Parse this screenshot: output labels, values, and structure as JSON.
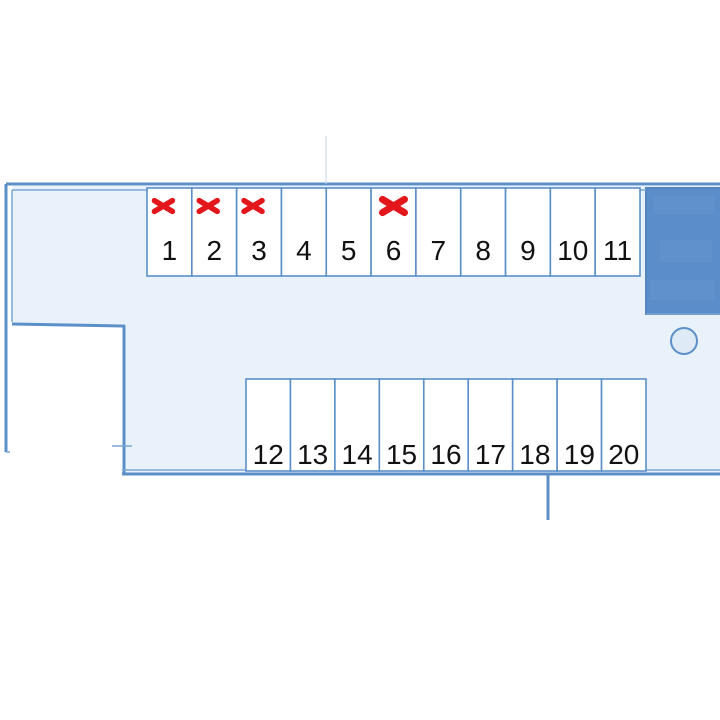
{
  "colors": {
    "outline": "#5b8fc8",
    "floor": "#e9f2fb",
    "occupied_mark": "#e3161b",
    "equipment_area": "#4f85c6"
  },
  "top_row": [
    {
      "label": "1",
      "occupied": true
    },
    {
      "label": "2",
      "occupied": true
    },
    {
      "label": "3",
      "occupied": true
    },
    {
      "label": "4",
      "occupied": false
    },
    {
      "label": "5",
      "occupied": false
    },
    {
      "label": "6",
      "occupied": true
    },
    {
      "label": "7",
      "occupied": false
    },
    {
      "label": "8",
      "occupied": false
    },
    {
      "label": "9",
      "occupied": false
    },
    {
      "label": "10",
      "occupied": false
    },
    {
      "label": "11",
      "occupied": false
    }
  ],
  "bottom_row": [
    {
      "label": "12",
      "occupied": false
    },
    {
      "label": "13",
      "occupied": false
    },
    {
      "label": "14",
      "occupied": false
    },
    {
      "label": "15",
      "occupied": false
    },
    {
      "label": "16",
      "occupied": false
    },
    {
      "label": "17",
      "occupied": false
    },
    {
      "label": "18",
      "occupied": false
    },
    {
      "label": "19",
      "occupied": false
    },
    {
      "label": "20",
      "occupied": false
    }
  ]
}
